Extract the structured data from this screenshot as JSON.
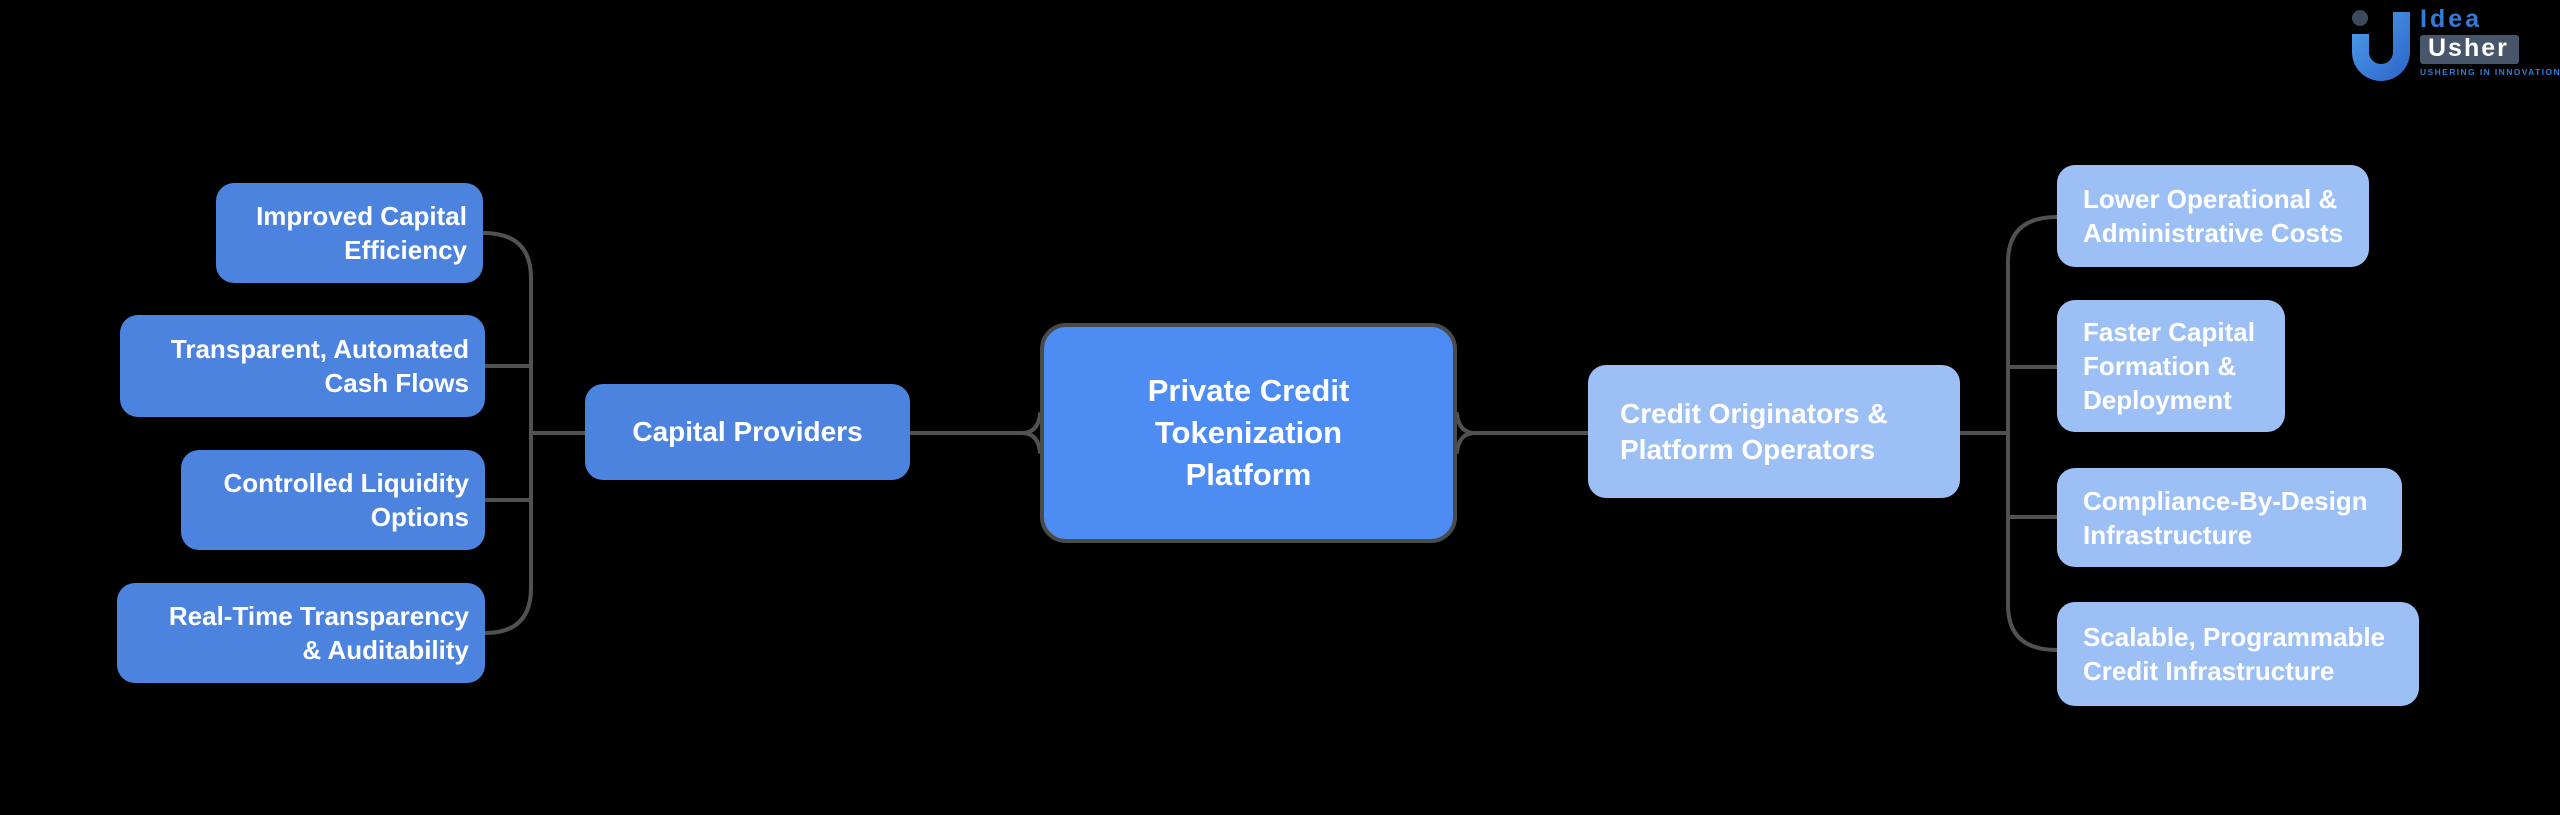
{
  "background": "#000000",
  "colors": {
    "branch_node": "#4b83de",
    "center_node": "#4d8cf2",
    "right_node": "#9cc0f6",
    "connector": "#515151",
    "node_text": "#ffffff",
    "center_border": "#4a4a4a"
  },
  "diagram": {
    "center_node": {
      "label": "Private Credit\nTokenization\nPlatform"
    },
    "left_branch": {
      "parent": {
        "label": "Capital Providers"
      },
      "leaves": [
        {
          "label": "Improved Capital\nEfficiency"
        },
        {
          "label": "Transparent, Automated\nCash Flows"
        },
        {
          "label": "Controlled Liquidity\nOptions"
        },
        {
          "label": "Real-Time Transparency\n& Auditability"
        }
      ]
    },
    "right_branch": {
      "parent": {
        "label": "Credit Originators &\nPlatform Operators"
      },
      "leaves": [
        {
          "label": "Lower Operational &\nAdministrative Costs"
        },
        {
          "label": "Faster Capital\nFormation &\nDeployment"
        },
        {
          "label": "Compliance-By-Design\nInfrastructure"
        },
        {
          "label": "Scalable, Programmable\nCredit Infrastructure"
        }
      ]
    }
  },
  "logo": {
    "brand_top": "Idea",
    "brand_bottom": "Usher",
    "tagline": "USHERING IN INNOVATION"
  }
}
